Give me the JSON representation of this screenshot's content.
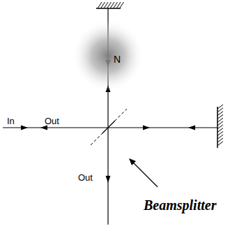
{
  "diagram": {
    "nodes": [
      {
        "text": [
          "N"
        ]
      }
    ],
    "labels": [
      "In",
      "Out",
      "Out",
      "Beamsplitter"
    ]
  }
}
